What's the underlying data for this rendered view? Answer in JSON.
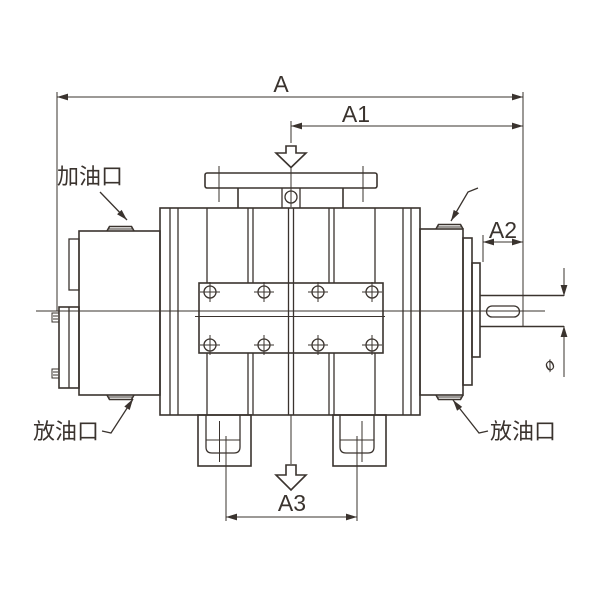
{
  "drawing": {
    "type": "engineering-outline-drawing",
    "subject": "roots-blower-front-view",
    "background_color": "#ffffff",
    "line_color": "#3a332e",
    "labels": {
      "dim_overall": "A",
      "dim_a1": "A1",
      "dim_a2": "A2",
      "dim_a3": "A3",
      "diameter_symbol": "ø",
      "oil_fill_port": "加油口",
      "oil_drain_port_left": "放油口",
      "oil_drain_port_right": "放油口"
    }
  }
}
